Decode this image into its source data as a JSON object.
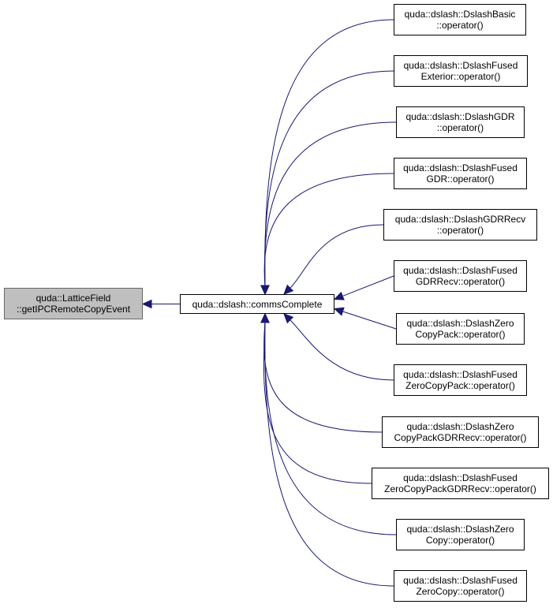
{
  "graph": {
    "colors": {
      "edge": "#191970",
      "root_fill": "#bfbfbf",
      "node_fill": "#ffffff"
    },
    "root": {
      "id": "root",
      "lines": [
        "quda::LatticeField",
        "::getIPCRemoteCopyEvent"
      ]
    },
    "hub": {
      "id": "hub",
      "lines": [
        "quda::dslash::commsComplete"
      ]
    },
    "callers": [
      {
        "id": "c0",
        "lines": [
          "quda::dslash::DslashBasic",
          "::operator()"
        ]
      },
      {
        "id": "c1",
        "lines": [
          "quda::dslash::DslashFused",
          "Exterior::operator()"
        ]
      },
      {
        "id": "c2",
        "lines": [
          "quda::dslash::DslashGDR",
          "::operator()"
        ]
      },
      {
        "id": "c3",
        "lines": [
          "quda::dslash::DslashFused",
          "GDR::operator()"
        ]
      },
      {
        "id": "c4",
        "lines": [
          "quda::dslash::DslashGDRRecv",
          "::operator()"
        ]
      },
      {
        "id": "c5",
        "lines": [
          "quda::dslash::DslashFused",
          "GDRRecv::operator()"
        ]
      },
      {
        "id": "c6",
        "lines": [
          "quda::dslash::DslashZero",
          "CopyPack::operator()"
        ]
      },
      {
        "id": "c7",
        "lines": [
          "quda::dslash::DslashFused",
          "ZeroCopyPack::operator()"
        ]
      },
      {
        "id": "c8",
        "lines": [
          "quda::dslash::DslashZero",
          "CopyPackGDRRecv::operator()"
        ]
      },
      {
        "id": "c9",
        "lines": [
          "quda::dslash::DslashFused",
          "ZeroCopyPackGDRRecv::operator()"
        ]
      },
      {
        "id": "c10",
        "lines": [
          "quda::dslash::DslashZero",
          "Copy::operator()"
        ]
      },
      {
        "id": "c11",
        "lines": [
          "quda::dslash::DslashFused",
          "ZeroCopy::operator()"
        ]
      }
    ]
  }
}
